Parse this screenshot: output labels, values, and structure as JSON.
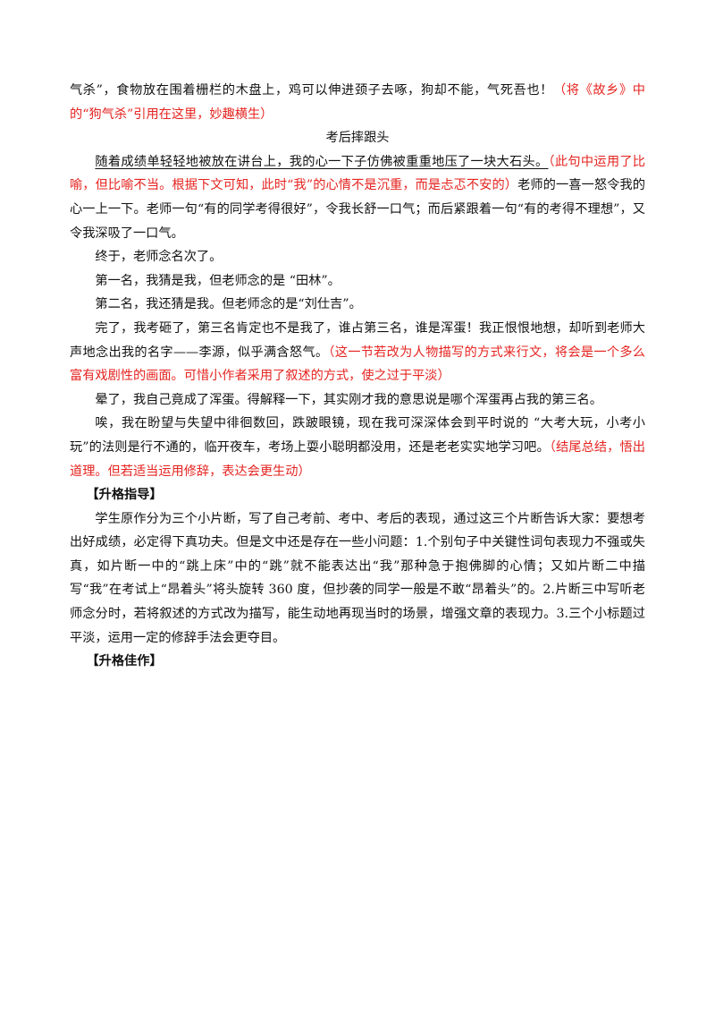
{
  "p1": {
    "t1": "气杀”，食物放在围着栅栏的木盘上，鸡可以伸进颈子去啄，狗却不能，气死吾也！",
    "c1": "（将《故乡》中的“狗气杀”引用在这里，妙趣横生）"
  },
  "section_title": "考后摔跟头",
  "p2": {
    "u1": "随着成绩单轻轻地被放在讲台上，我的心一下子仿佛被重重地压了一块大石头。",
    "c1": "（此句中运用了比喻，但比喻不当。根据下文可知，此时“我”的心情不是沉重，而是忐忑不安的）",
    "t1": "老师的一喜一怒令我的心一上一下。老师一句“有的同学考得很好”，令我长舒一口气；而后紧跟着一句“有的考得不理想”，又令我深吸了一口气。"
  },
  "p3": "终于，老师念名次了。",
  "p4": "第一名，我猜是我，但老师念的是 “田林”。",
  "p5": "第二名，我还猜是我。但老师念的是“刘仕吉”。",
  "p6": {
    "t1": "完了，我考砸了，第三名肯定也不是我了，谁占第三名，谁是浑蛋！我正恨恨地想，却听到老师大声地念出我的名字——李源，似乎满含怒气。",
    "c1": "（这一节若改为人物描写的方式来行文，将会是一个多么富有戏剧性的画面。可惜小作者采用了叙述的方式，使之过于平淡）"
  },
  "p7": "晕了，我自己竟成了浑蛋。得解释一下，其实刚才我的意思说是哪个浑蛋再占我的第三名。",
  "p8": {
    "t1": "唉，我在盼望与失望中徘徊数回，跌跛眼镜，现在我可深深体会到平时说的 “大考大玩，小考小玩”的法则是行不通的，临开夜车，考场上耍小聪明都没用，还是老老实实地学习吧。",
    "c1": "（结尾总结，悟出道理。但若适当运用修辞，表达会更生动）"
  },
  "heading1": "【升格指导】",
  "p9": "学生原作分为三个小片断，写了自己考前、考中、考后的表现，通过这三个片断告诉大家：要想考出好成绩，必定得下真功夫。但是文中还是存在一些小问题：1.个别句子中关键性词句表现力不强或失真，如片断一中的“跳上床”中的“跳”就不能表达出“我”那种急于抱佛脚的心情；又如片断二中描写“我”在考试上“昂着头”将头旋转 360 度，但抄袭的同学一般是不敢“昂着头”的。2.片断三中写听老师念分时，若将叙述的方式改为描写，能生动地再现当时的场景，增强文章的表现力。3.三个小标题过平淡，运用一定的修辞手法会更夺目。",
  "heading2": "【升格佳作】"
}
